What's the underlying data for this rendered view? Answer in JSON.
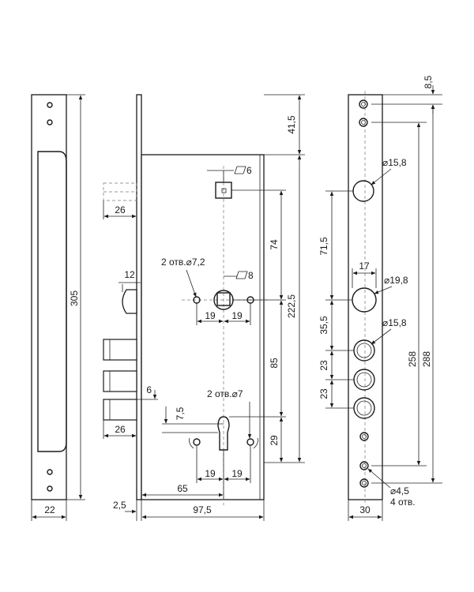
{
  "dimensions": {
    "faceplate_length": "305",
    "faceplate_width": "22",
    "bolt_projection_top": "26",
    "latch_width": "12",
    "bolt_projection_bottom": "26",
    "height_top": "41,5",
    "spindle_square": "6",
    "spindle_to_handle": "74",
    "handle_square": "8",
    "holes_upper": "2 отв.⌀7,2",
    "upper_hole_left_spacing": "19",
    "upper_hole_right_spacing": "19",
    "height_total": "222,5",
    "handle_to_cylinder": "85",
    "bolt_gap": "6",
    "cylinder_offset": "7,5",
    "holes_lower": "2 отв.⌀7",
    "cylinder_bottom": "29",
    "lower_hole_left_spacing": "19",
    "lower_hole_right_spacing": "19",
    "backset": "65",
    "body_depth": "97,5",
    "plate_thickness": "2,5",
    "top_offset": "8,5",
    "dia_upper": "⌀15,8",
    "dist_71": "71,5",
    "center_width": "17",
    "dia_center": "⌀19,8",
    "dist_35": "35,5",
    "dia_bolt_hole": "⌀15,8",
    "bolt_pitch_1": "23",
    "bolt_pitch_2": "23",
    "dist_258": "258",
    "dist_288": "288",
    "dia_screw": "⌀4,5",
    "screw_count": "4 отв.",
    "strike_width": "30"
  }
}
